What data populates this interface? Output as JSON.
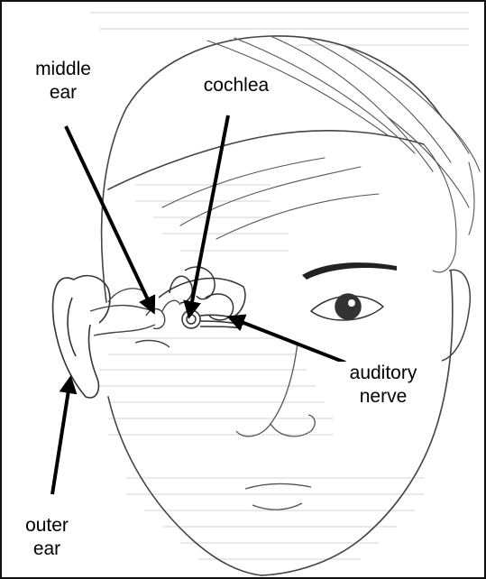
{
  "labels": {
    "middle_ear": "middle\near",
    "cochlea": "cochlea",
    "auditory_nerve": "auditory\nnerve",
    "outer_ear": "outer\near"
  },
  "colors": {
    "ink": "#111111",
    "sketch": "#444444",
    "faint": "#b8b8b8",
    "background": "#ffffff"
  }
}
